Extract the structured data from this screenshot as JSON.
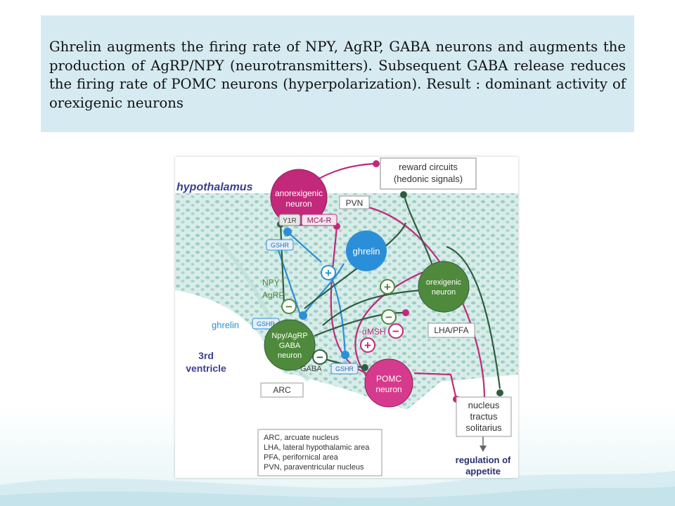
{
  "slide": {
    "title": "Ghrelin augments the firing rate of NPY, AgRP, GABA neurons and augments the production of AgRP/NPY (neurotransmitters). Subsequent GABA release reduces the firing rate of POMC neurons (hyperpolarization). Result : dominant activity of orexigenic neurons"
  },
  "diagram": {
    "region_label": "hypothalamus",
    "reward_line1": "reward circuits",
    "reward_line2": "(hedonic signals)",
    "pvn": "PVN",
    "anorexigenic_line1": "anorexigenic",
    "anorexigenic_line2": "neuron",
    "y1r": "Y1R",
    "mc4r": "MC4-R",
    "gshr": "GSHR",
    "ghrelin": "ghrelin",
    "npy": "NPY",
    "agrp": "AgRP",
    "orexigenic_line1": "orexigenic",
    "orexigenic_line2": "neuron",
    "lha_pfa": "LHA/PFA",
    "amsh": "αMSH",
    "npy_agrp_line1": "Npy/AgRP",
    "npy_agrp_line2": "GABA",
    "npy_agrp_line3": "neuron",
    "third_line1": "3rd",
    "third_line2": "ventricle",
    "gaba": "GABA",
    "arc": "ARC",
    "pomc_line1": "POMC",
    "pomc_line2": "neuron",
    "nts_line1": "nucleus",
    "nts_line2": "tractus",
    "nts_line3": "solitarius",
    "regulation_line1": "regulation of",
    "regulation_line2": "appetite",
    "plus": "+",
    "minus": "−",
    "legend": [
      "ARC, arcuate nucleus",
      "LHA, lateral hypothalamic area",
      "PFA, perifornical area",
      "PVN, paraventricular nucleus"
    ],
    "colors": {
      "magenta": "#c2297a",
      "blue": "#2a8fd8",
      "green": "#4f8a3c",
      "dark_green": "#2f5e3f",
      "tissue": "#b7dcd6"
    }
  }
}
